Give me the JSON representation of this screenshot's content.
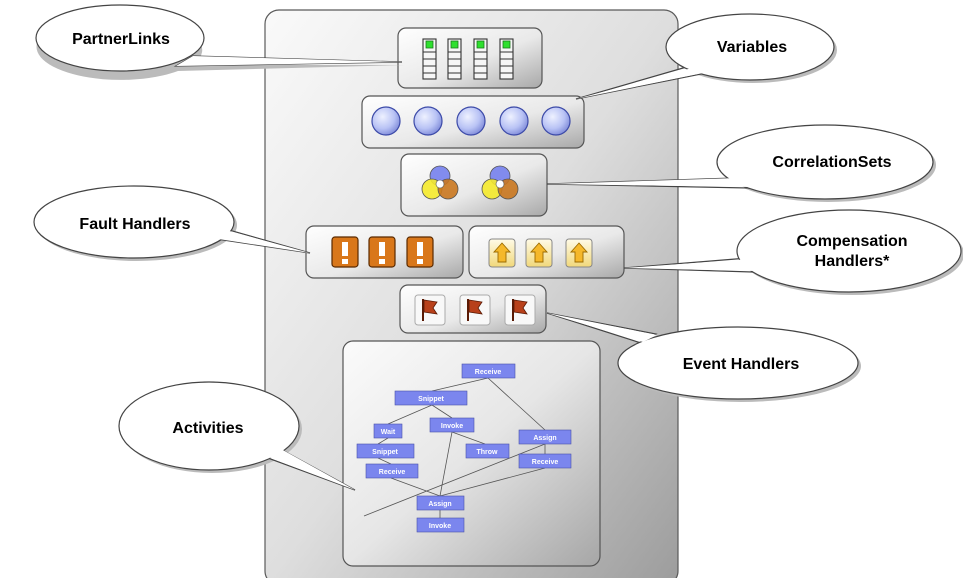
{
  "callouts": {
    "partnerlinks": "PartnerLinks",
    "variables": "Variables",
    "correlation_sets": "CorrelationSets",
    "fault_handlers": "Fault Handlers",
    "compensation_line1": "Compensation",
    "compensation_line2": "Handlers*",
    "event_handlers": "Event Handlers",
    "activities": "Activities"
  },
  "activity_nodes": {
    "receive_top": "Receive",
    "snippet_top": "Snippet",
    "wait": "Wait",
    "invoke_mid": "Invoke",
    "assign_right": "Assign",
    "snippet_left": "Snippet",
    "throw": "Throw",
    "receive_right": "Receive",
    "receive_left": "Receive",
    "assign_bottom": "Assign",
    "invoke_bottom": "Invoke"
  },
  "icon_counts": {
    "partnerlinks": 4,
    "variables": 5,
    "correlation_sets": 2,
    "fault_handlers": 3,
    "compensation_handlers": 3,
    "event_handlers": 3
  },
  "colors": {
    "node_fill": "#7b86ee",
    "fault_orange": "#d9771a",
    "variable_blue": "#b9c3f5",
    "led_green": "#2ee02e",
    "compensation_yellow": "#fbe89a",
    "flag_red": "#b8401a"
  }
}
